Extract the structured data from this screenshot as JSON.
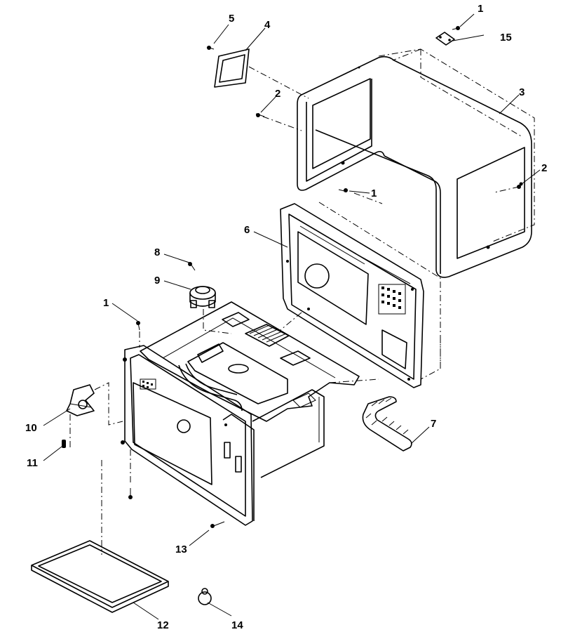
{
  "diagram": {
    "callouts": [
      {
        "id": "c1a",
        "text": "1"
      },
      {
        "id": "c15",
        "text": "15"
      },
      {
        "id": "c5",
        "text": "5"
      },
      {
        "id": "c4",
        "text": "4"
      },
      {
        "id": "c3",
        "text": "3"
      },
      {
        "id": "c2a",
        "text": "2"
      },
      {
        "id": "c2b",
        "text": "2"
      },
      {
        "id": "c1b",
        "text": "1"
      },
      {
        "id": "c6",
        "text": "6"
      },
      {
        "id": "c8",
        "text": "8"
      },
      {
        "id": "c9",
        "text": "9"
      },
      {
        "id": "c1c",
        "text": "1"
      },
      {
        "id": "c7",
        "text": "7"
      },
      {
        "id": "c10",
        "text": "10"
      },
      {
        "id": "c11",
        "text": "11"
      },
      {
        "id": "c13",
        "text": "13"
      },
      {
        "id": "c12",
        "text": "12"
      },
      {
        "id": "c14",
        "text": "14"
      }
    ]
  }
}
